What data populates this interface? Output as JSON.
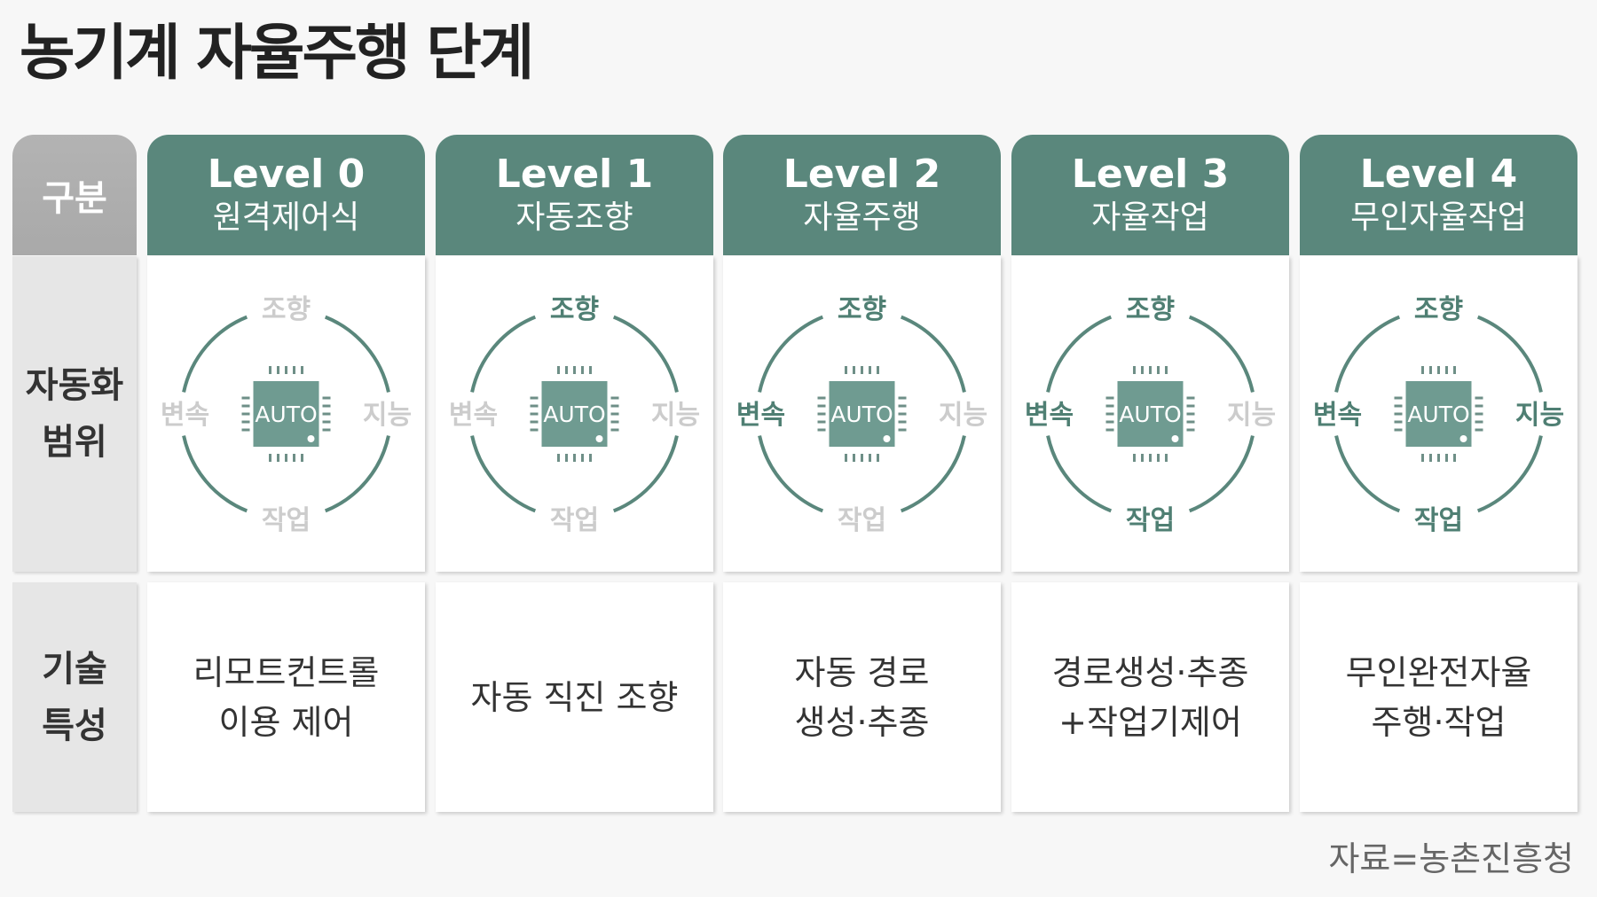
{
  "title": "농기계 자율주행 단계",
  "row_labels": {
    "header": "구분",
    "scope": [
      "자동화",
      "범위"
    ],
    "feature": [
      "기술",
      "특성"
    ]
  },
  "scope_labels": {
    "top": "조향",
    "left": "변속",
    "right": "지능",
    "bottom": "작업"
  },
  "chip_label": "AUTO",
  "colors": {
    "green": "#5a877c",
    "active_text": "#4f7f73",
    "inactive_text": "#cccccc",
    "label_gray": "#b0b0b0"
  },
  "levels": [
    {
      "level": "Level 0",
      "name": "원격제어식",
      "active": {
        "top": false,
        "left": false,
        "right": false,
        "bottom": false
      },
      "feature": [
        "리모트컨트롤",
        "이용 제어"
      ]
    },
    {
      "level": "Level 1",
      "name": "자동조향",
      "active": {
        "top": true,
        "left": false,
        "right": false,
        "bottom": false
      },
      "feature": [
        "자동 직진 조향"
      ]
    },
    {
      "level": "Level 2",
      "name": "자율주행",
      "active": {
        "top": true,
        "left": true,
        "right": false,
        "bottom": false
      },
      "feature": [
        "자동 경로",
        "생성·추종"
      ]
    },
    {
      "level": "Level 3",
      "name": "자율작업",
      "active": {
        "top": true,
        "left": true,
        "right": false,
        "bottom": true
      },
      "feature": [
        "경로생성·추종",
        "+작업기제어"
      ]
    },
    {
      "level": "Level 4",
      "name": "무인자율작업",
      "active": {
        "top": true,
        "left": true,
        "right": true,
        "bottom": true
      },
      "feature": [
        "무인완전자율",
        "주행·작업"
      ]
    }
  ],
  "source": "자료=농촌진흥청"
}
